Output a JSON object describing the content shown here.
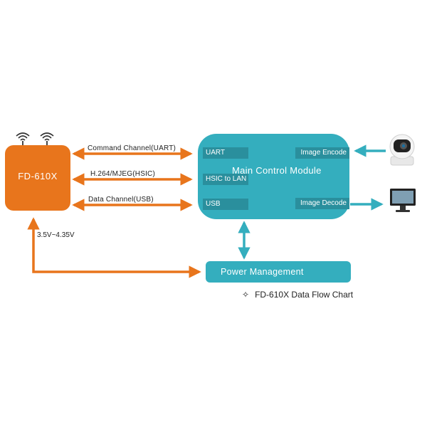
{
  "device": {
    "name": "FD-610X",
    "colors": {
      "device": "#E8751C",
      "module": "#34AEBE",
      "port": "#2a8f9d"
    }
  },
  "channels": {
    "command": "Command Channel(UART)",
    "video": "H.264/MJEG(HSIC)",
    "data": "Data Channel(USB)"
  },
  "voltage": "3.5V~4.35V",
  "main_module": {
    "title": "Main Control Module",
    "ports_left": [
      "UART",
      "HSIC to LAN",
      "USB"
    ],
    "ports_right": [
      "Image Encode",
      "Image Decode"
    ]
  },
  "power": {
    "label": "Power Management"
  },
  "caption": {
    "text": "FD-610X Data Flow Chart"
  },
  "icons": {
    "wifi": "wifi-icon",
    "camera": "camera-icon",
    "monitor": "monitor-icon",
    "caption_bullet": "four-point-star-icon"
  }
}
